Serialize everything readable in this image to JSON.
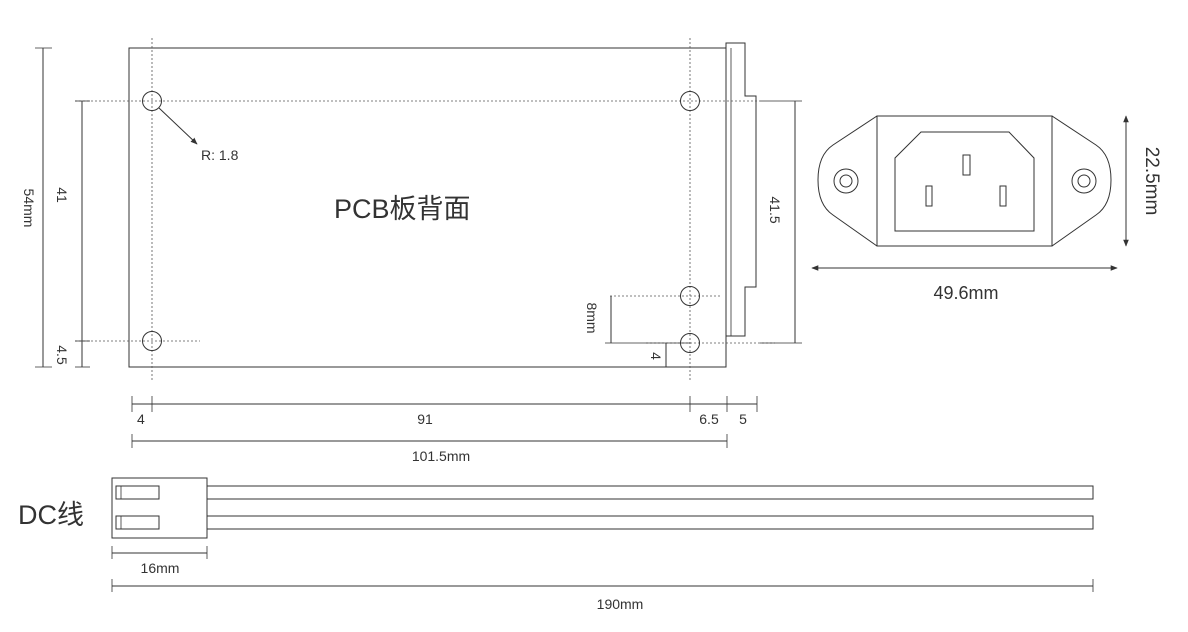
{
  "pcb": {
    "title": "PCB板背面",
    "radius_label": "R: 1.8",
    "dims": {
      "height_total": "54mm",
      "hole_spacing_v": "41",
      "hole_offset_bottom": "4.5",
      "right_height": "41.5",
      "hole_gap": "8mm",
      "hole_offset_small": "4",
      "hole_offset_left": "4",
      "hole_spacing_h": "91",
      "hole_offset_right": "6.5",
      "flange_width": "5",
      "width_total": "101.5mm"
    }
  },
  "socket": {
    "height": "22.5mm",
    "width": "49.6mm"
  },
  "cable": {
    "label": "DC线",
    "connector_length": "16mm",
    "total_length": "190mm"
  }
}
